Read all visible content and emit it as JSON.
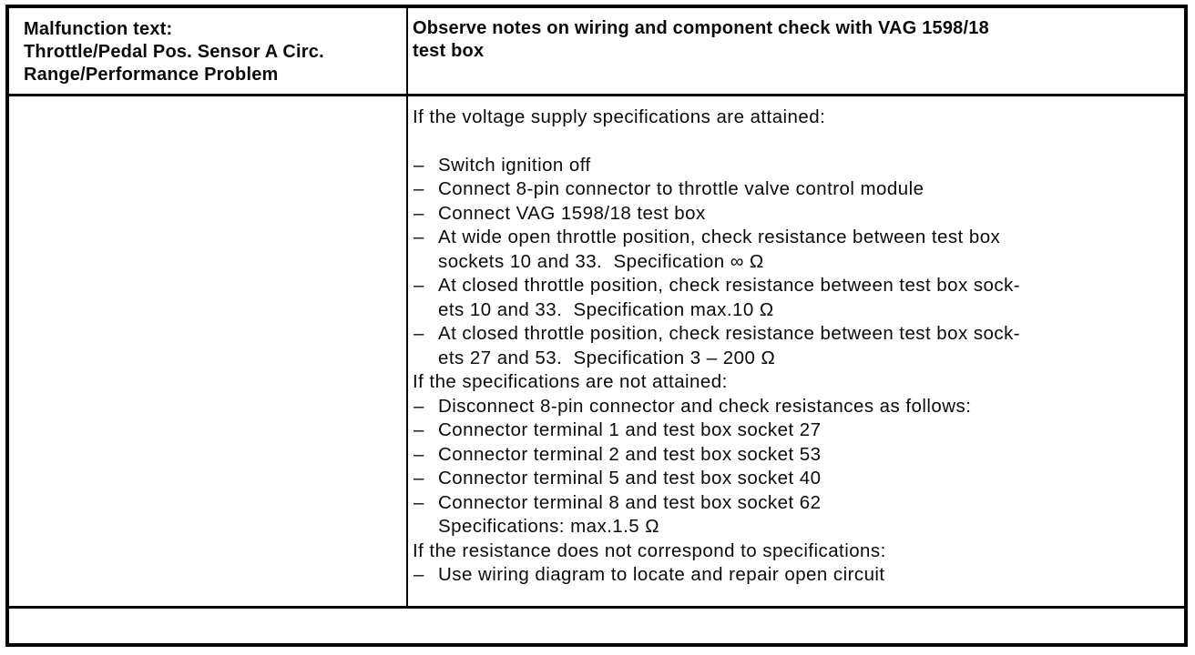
{
  "colors": {
    "background": "#ffffff",
    "ink": "#0b0b0b",
    "border": "#000000"
  },
  "table": {
    "header": {
      "left": "Malfunction text:\nThrottle/Pedal Pos. Sensor A Circ.\nRange/Performance Problem",
      "right": "Observe notes on wiring and component check with VAG 1598/18\ntest box"
    },
    "procedure": {
      "marker": "–",
      "items": [
        {
          "style": "plain",
          "gap_after": true,
          "text": "If the voltage supply specifications are attained:"
        },
        {
          "style": "dash",
          "text": "Switch ignition off"
        },
        {
          "style": "dash",
          "text": "Connect 8-pin connector to throttle valve control module"
        },
        {
          "style": "dash",
          "text": "Connect VAG 1598/18 test box"
        },
        {
          "style": "dash",
          "text": "At wide open throttle position, check resistance between test box\nsockets 10 and 33.  Specification ∞ Ω"
        },
        {
          "style": "dash",
          "text": "At closed throttle position, check resistance between test box sock-\nets 10 and 33.  Specification max.10 Ω"
        },
        {
          "style": "dash",
          "text": "At closed throttle position, check resistance between test box sock-\nets 27 and 53.  Specification 3 – 200 Ω"
        },
        {
          "style": "plain",
          "text": "If the specifications are not attained:"
        },
        {
          "style": "dash",
          "text": "Disconnect 8-pin connector and check resistances as follows:"
        },
        {
          "style": "dash",
          "text": "Connector terminal 1 and test box socket 27"
        },
        {
          "style": "dash",
          "text": "Connector terminal 2 and test box socket 53"
        },
        {
          "style": "dash",
          "text": "Connector terminal 5 and test box socket 40"
        },
        {
          "style": "dash",
          "text": "Connector terminal 8 and test box socket 62"
        },
        {
          "style": "indent",
          "text": "Specifications: max.1.5 Ω"
        },
        {
          "style": "plain",
          "text": "If the resistance does not correspond to specifications:"
        },
        {
          "style": "dash",
          "text": "Use wiring diagram to locate and repair open circuit"
        }
      ]
    }
  }
}
